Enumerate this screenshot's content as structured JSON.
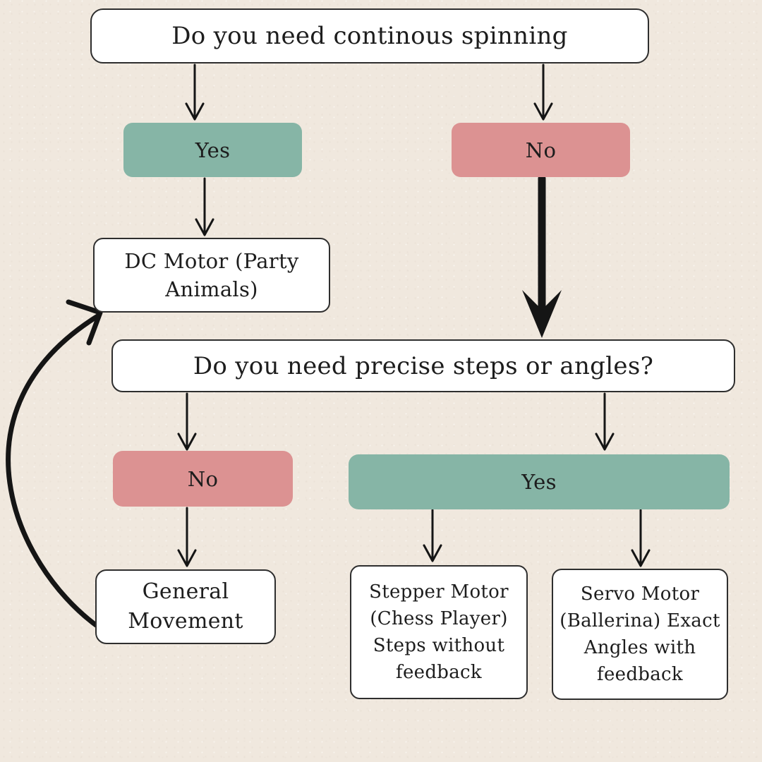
{
  "palette": {
    "background": "#f0e8de",
    "box_bg": "#ffffff",
    "border": "#2e2e2e",
    "teal": "#86b5a6",
    "pink": "#dc9292",
    "arrow": "#151515",
    "text": "#1d1d1d"
  },
  "flowchart": {
    "q1": {
      "label": "Do you need continous spinning"
    },
    "q1_yes": {
      "label": "Yes"
    },
    "q1_no": {
      "label": "No"
    },
    "dc_motor": {
      "label": "DC Motor (Party Animals)"
    },
    "q2": {
      "label": "Do you need precise steps or angles?"
    },
    "q2_no": {
      "label": "No"
    },
    "q2_yes": {
      "label": "Yes"
    },
    "general_movement": {
      "label": "General Movement"
    },
    "stepper_motor": {
      "label": "Stepper Motor (Chess Player) Steps without feedback"
    },
    "servo_motor": {
      "label": "Servo Motor (Ballerina) Exact Angles with feedback"
    }
  }
}
